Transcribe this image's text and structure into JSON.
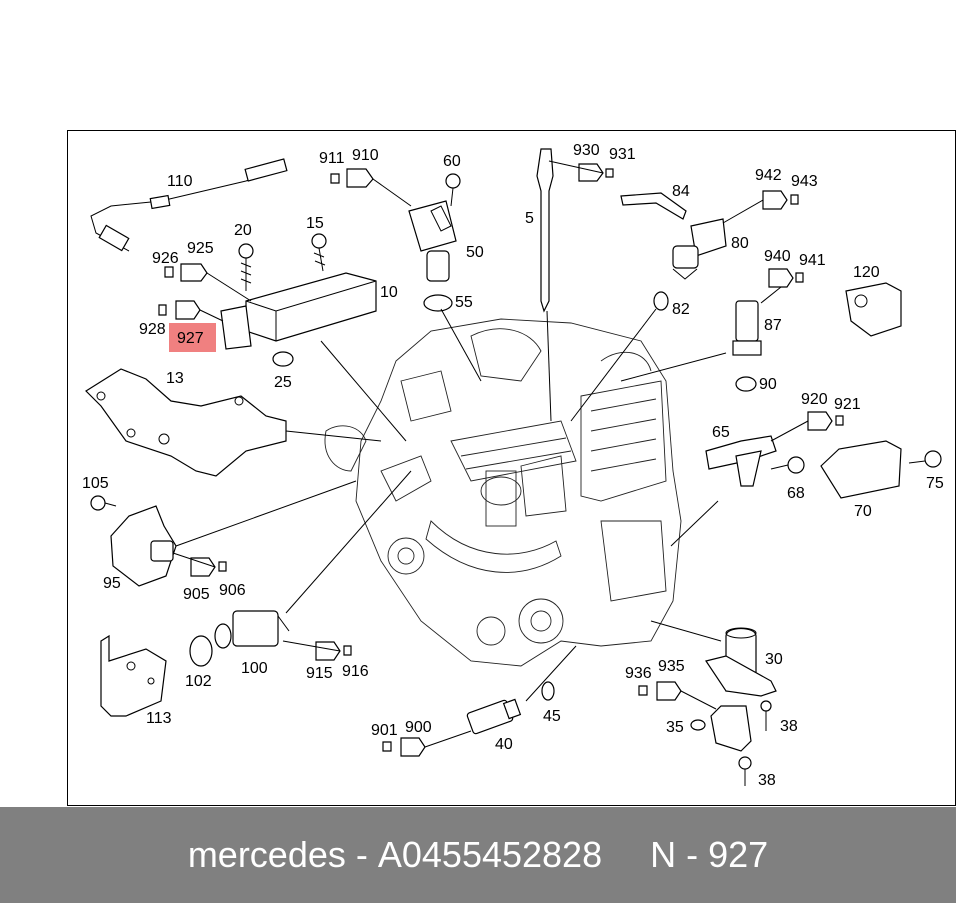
{
  "callouts": [
    {
      "id": "c110",
      "text": "110"
    },
    {
      "id": "c20",
      "text": "20"
    },
    {
      "id": "c15",
      "text": "15"
    },
    {
      "id": "c926",
      "text": "926"
    },
    {
      "id": "c925",
      "text": "925"
    },
    {
      "id": "c10",
      "text": "10"
    },
    {
      "id": "c928",
      "text": "928"
    },
    {
      "id": "c927",
      "text": "927"
    },
    {
      "id": "c25",
      "text": "25"
    },
    {
      "id": "c13",
      "text": "13"
    },
    {
      "id": "c911",
      "text": "911"
    },
    {
      "id": "c910",
      "text": "910"
    },
    {
      "id": "c60",
      "text": "60"
    },
    {
      "id": "c50",
      "text": "50"
    },
    {
      "id": "c55",
      "text": "55"
    },
    {
      "id": "c5",
      "text": "5"
    },
    {
      "id": "c930",
      "text": "930"
    },
    {
      "id": "c931",
      "text": "931"
    },
    {
      "id": "c84",
      "text": "84"
    },
    {
      "id": "c942",
      "text": "942"
    },
    {
      "id": "c943",
      "text": "943"
    },
    {
      "id": "c80",
      "text": "80"
    },
    {
      "id": "c82",
      "text": "82"
    },
    {
      "id": "c940",
      "text": "940"
    },
    {
      "id": "c941",
      "text": "941"
    },
    {
      "id": "c120",
      "text": "120"
    },
    {
      "id": "c87",
      "text": "87"
    },
    {
      "id": "c90",
      "text": "90"
    },
    {
      "id": "c920",
      "text": "920"
    },
    {
      "id": "c921",
      "text": "921"
    },
    {
      "id": "c65",
      "text": "65"
    },
    {
      "id": "c68",
      "text": "68"
    },
    {
      "id": "c70",
      "text": "70"
    },
    {
      "id": "c75",
      "text": "75"
    },
    {
      "id": "c105",
      "text": "105"
    },
    {
      "id": "c95",
      "text": "95"
    },
    {
      "id": "c905",
      "text": "905"
    },
    {
      "id": "c906",
      "text": "906"
    },
    {
      "id": "c102",
      "text": "102"
    },
    {
      "id": "c100",
      "text": "100"
    },
    {
      "id": "c915",
      "text": "915"
    },
    {
      "id": "c916",
      "text": "916"
    },
    {
      "id": "c113",
      "text": "113"
    },
    {
      "id": "c901",
      "text": "901"
    },
    {
      "id": "c900",
      "text": "900"
    },
    {
      "id": "c40",
      "text": "40"
    },
    {
      "id": "c45",
      "text": "45"
    },
    {
      "id": "c936",
      "text": "936"
    },
    {
      "id": "c935",
      "text": "935"
    },
    {
      "id": "c30",
      "text": "30"
    },
    {
      "id": "c35",
      "text": "35"
    },
    {
      "id": "c38a",
      "text": "38"
    },
    {
      "id": "c38b",
      "text": "38"
    }
  ],
  "highlight": {
    "text": "927",
    "color": "#f08080"
  },
  "footer": {
    "brand": "mercedes -",
    "part": "A0455452828",
    "position": "N - 927"
  },
  "colors": {
    "footer_bg": "#808080",
    "footer_text": "#ffffff"
  }
}
